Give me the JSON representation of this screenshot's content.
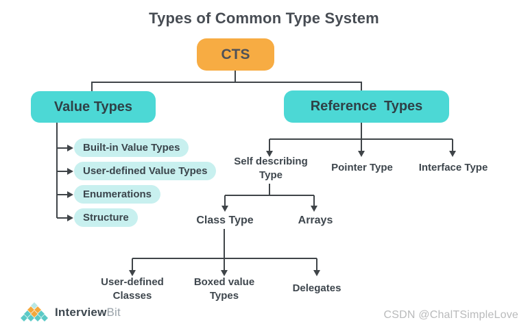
{
  "title": "Types of Common Type System",
  "colors": {
    "accent-orange": "#F7AC43",
    "accent-teal": "#4CD8D5",
    "pill-teal": "#C8F0EF",
    "line": "#3F4448",
    "text-dark": "#3B454C",
    "watermark": "#B9BABB"
  },
  "tree": {
    "root": {
      "label": "CTS"
    },
    "value_types": {
      "label": "Value Types",
      "items": [
        "Built-in Value Types",
        "User-defined Value Types",
        "Enumerations",
        "Structure"
      ]
    },
    "reference_types": {
      "label": "Reference Types",
      "self_describing": {
        "label": "Self describing Type",
        "class_type": {
          "label": "Class Type",
          "items": [
            "User-defined Classes",
            "Boxed value Types",
            "Delegates"
          ]
        },
        "arrays": {
          "label": "Arrays"
        }
      },
      "pointer": {
        "label": "Pointer Type"
      },
      "interface": {
        "label": "Interface Type"
      }
    }
  },
  "footer": {
    "logo_interview": "Interview",
    "logo_bit": "Bit",
    "watermark": "CSDN @ChalTSimpleLove"
  }
}
